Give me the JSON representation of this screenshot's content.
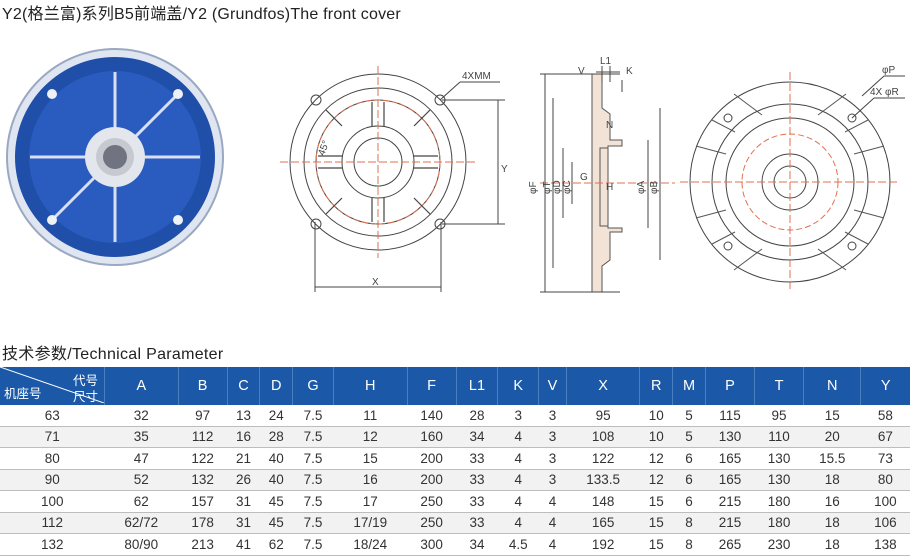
{
  "title": "Y2(格兰富)系列B5前端盖/Y2 (Grundfos)The front cover",
  "drawing_labels": {
    "view2_holes": "4XMM",
    "view2_angle": "45°",
    "view2_x": "X",
    "view2_y": "Y",
    "view3_v": "V",
    "view3_l1": "L1",
    "view3_k": "K",
    "view3_n": "N",
    "view3_g": "G",
    "view3_h": "H",
    "view3_f": "φF",
    "view3_t": "φT",
    "view3_d": "φD",
    "view3_c": "φC",
    "view3_a": "φA",
    "view3_b": "φB",
    "view4_p": "φP",
    "view4_r": "4X φR"
  },
  "section_title": "技术参数/Technical Parameter",
  "table": {
    "corner_code": "代号",
    "corner_size": "尺寸",
    "corner_frame": "机座号",
    "headers": [
      "A",
      "B",
      "C",
      "D",
      "G",
      "H",
      "F",
      "L1",
      "K",
      "V",
      "X",
      "R",
      "M",
      "P",
      "T",
      "N",
      "Y"
    ],
    "rows": [
      [
        "63",
        "32",
        "97",
        "13",
        "24",
        "7.5",
        "11",
        "140",
        "28",
        "3",
        "3",
        "95",
        "10",
        "5",
        "115",
        "95",
        "15",
        "58"
      ],
      [
        "71",
        "35",
        "112",
        "16",
        "28",
        "7.5",
        "12",
        "160",
        "34",
        "4",
        "3",
        "108",
        "10",
        "5",
        "130",
        "110",
        "20",
        "67"
      ],
      [
        "80",
        "47",
        "122",
        "21",
        "40",
        "7.5",
        "15",
        "200",
        "33",
        "4",
        "3",
        "122",
        "12",
        "6",
        "165",
        "130",
        "15.5",
        "73"
      ],
      [
        "90",
        "52",
        "132",
        "26",
        "40",
        "7.5",
        "16",
        "200",
        "33",
        "4",
        "3",
        "133.5",
        "12",
        "6",
        "165",
        "130",
        "18",
        "80"
      ],
      [
        "100",
        "62",
        "157",
        "31",
        "45",
        "7.5",
        "17",
        "250",
        "33",
        "4",
        "4",
        "148",
        "15",
        "6",
        "215",
        "180",
        "16",
        "100"
      ],
      [
        "112",
        "62/72",
        "178",
        "31",
        "45",
        "7.5",
        "17/19",
        "250",
        "33",
        "4",
        "4",
        "165",
        "15",
        "8",
        "215",
        "180",
        "18",
        "106"
      ],
      [
        "132",
        "80/90",
        "213",
        "41",
        "62",
        "7.5",
        "18/24",
        "300",
        "34",
        "4.5",
        "4",
        "192",
        "15",
        "8",
        "265",
        "230",
        "18",
        "138"
      ]
    ]
  }
}
